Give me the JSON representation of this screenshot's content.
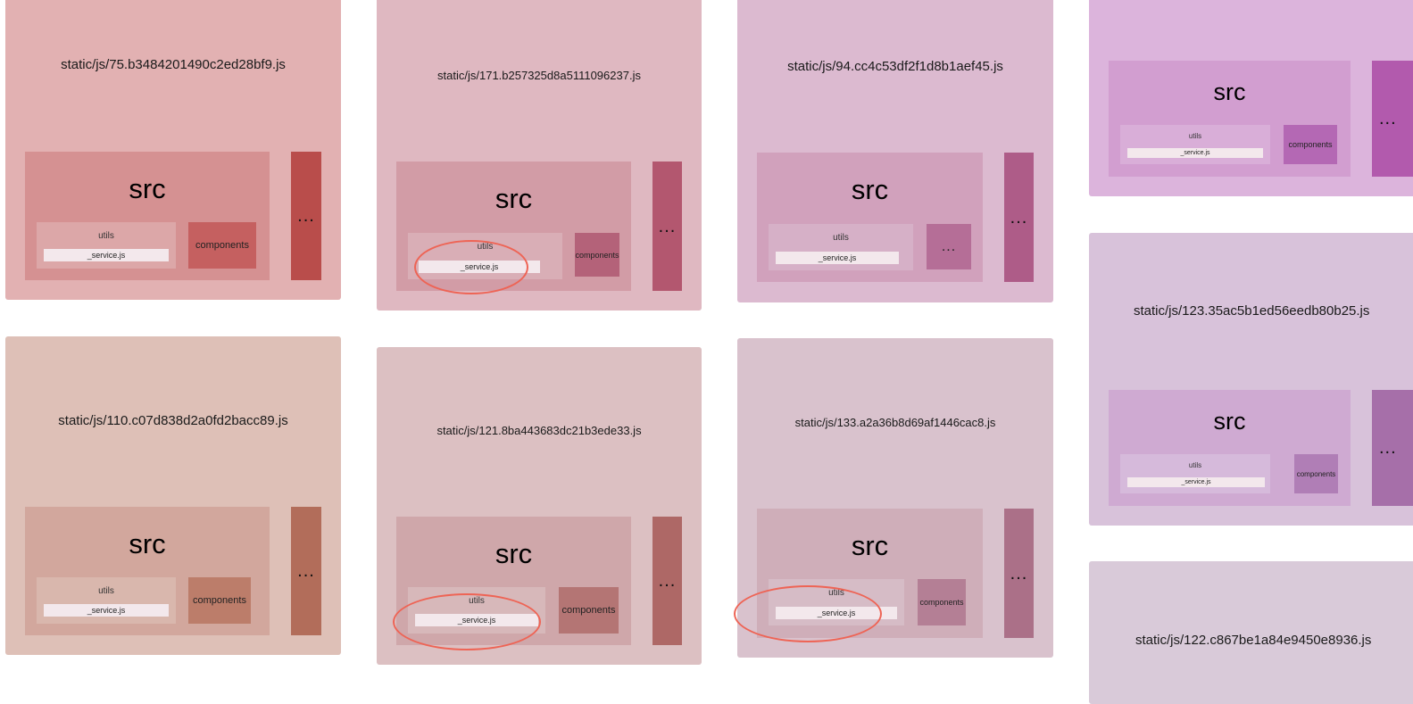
{
  "tiles": [
    {
      "title": "static/js/75.b3484201490c2ed28bf9.js",
      "src": "src",
      "utils": "utils",
      "service": "_service.js",
      "components": "components",
      "more": "..."
    },
    {
      "title": "static/js/171.b257325d8a5111096237.js",
      "src": "src",
      "utils": "utils",
      "service": "_service.js",
      "components": "components",
      "more": "..."
    },
    {
      "title": "static/js/94.cc4c53df2f1d8b1aef45.js",
      "src": "src",
      "utils": "utils",
      "service": "_service.js",
      "components": "...",
      "more": "..."
    },
    {
      "src": "src",
      "utils": "utils",
      "service": "_service.js",
      "components": "components",
      "more": "..."
    },
    {
      "title": "static/js/110.c07d838d2a0fd2bacc89.js",
      "src": "src",
      "utils": "utils",
      "service": "_service.js",
      "components": "components",
      "more": "..."
    },
    {
      "title": "static/js/121.8ba443683dc21b3ede33.js",
      "src": "src",
      "utils": "utils",
      "service": "_service.js",
      "components": "components",
      "more": "..."
    },
    {
      "title": "static/js/133.a2a36b8d69af1446cac8.js",
      "src": "src",
      "utils": "utils",
      "service": "_service.js",
      "components": "components",
      "more": "..."
    },
    {
      "title": "static/js/123.35ac5b1ed56eedb80b25.js",
      "src": "src",
      "utils": "utils",
      "service": "_service.js",
      "components": "components",
      "more": "..."
    },
    {
      "title": "static/js/122.c867be1a84e9450e8936.js"
    }
  ],
  "colors": {
    "annotation": "#ee6455",
    "t0": {
      "tile": "#e2b1b2",
      "src": "#d59192",
      "utils": "#dca7a8",
      "comp": "#c56060",
      "bar": "#b94d4b"
    },
    "t1": {
      "tile": "#dfb8c1",
      "src": "#d29ca6",
      "utils": "#d9aeb6",
      "comp": "#b46279",
      "bar": "#b3576f"
    },
    "t2": {
      "tile": "#dcbad0",
      "src": "#d1a1bc",
      "utils": "#d6b0c7",
      "comp": "#b56e97",
      "bar": "#ae5c88"
    },
    "t3": {
      "tile": "#dcb4dc",
      "src": "#d29ed0",
      "utils": "#d9aed8",
      "comp": "#b468b4",
      "bar": "#b25aad"
    },
    "t4": {
      "tile": "#dec0b7",
      "src": "#d2a79d",
      "utils": "#d9b7ad",
      "comp": "#bc7d6a",
      "bar": "#b26d5a"
    },
    "t5": {
      "tile": "#dcc0c2",
      "src": "#cfa7aa",
      "utils": "#d7b8ba",
      "comp": "#b47574",
      "bar": "#ae6866"
    },
    "t6": {
      "tile": "#d9c2cd",
      "src": "#cfaeb9",
      "utils": "#d6bcc6",
      "comp": "#b47f95",
      "bar": "#ab7088"
    },
    "t7": {
      "tile": "#d8c2da",
      "src": "#cfaad2",
      "utils": "#d6badb",
      "comp": "#b07eb6",
      "bar": "#a66fa9"
    },
    "t8": {
      "tile": "#d9cad9"
    }
  }
}
